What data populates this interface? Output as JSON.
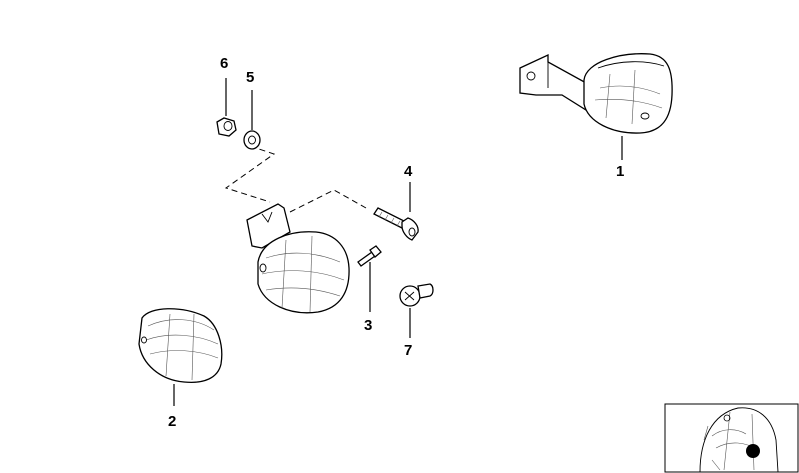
{
  "callouts": [
    {
      "id": "1",
      "label": "1"
    },
    {
      "id": "2",
      "label": "2"
    },
    {
      "id": "3",
      "label": "3"
    },
    {
      "id": "4",
      "label": "4"
    },
    {
      "id": "5",
      "label": "5"
    },
    {
      "id": "6",
      "label": "6"
    },
    {
      "id": "7",
      "label": "7"
    }
  ],
  "parts": {
    "1": "turn-signal-light-with-bracket",
    "2": "turn-signal-lens",
    "3": "screw",
    "4": "hex-socket-bolt",
    "5": "washer",
    "6": "nut",
    "7": "bulb"
  }
}
